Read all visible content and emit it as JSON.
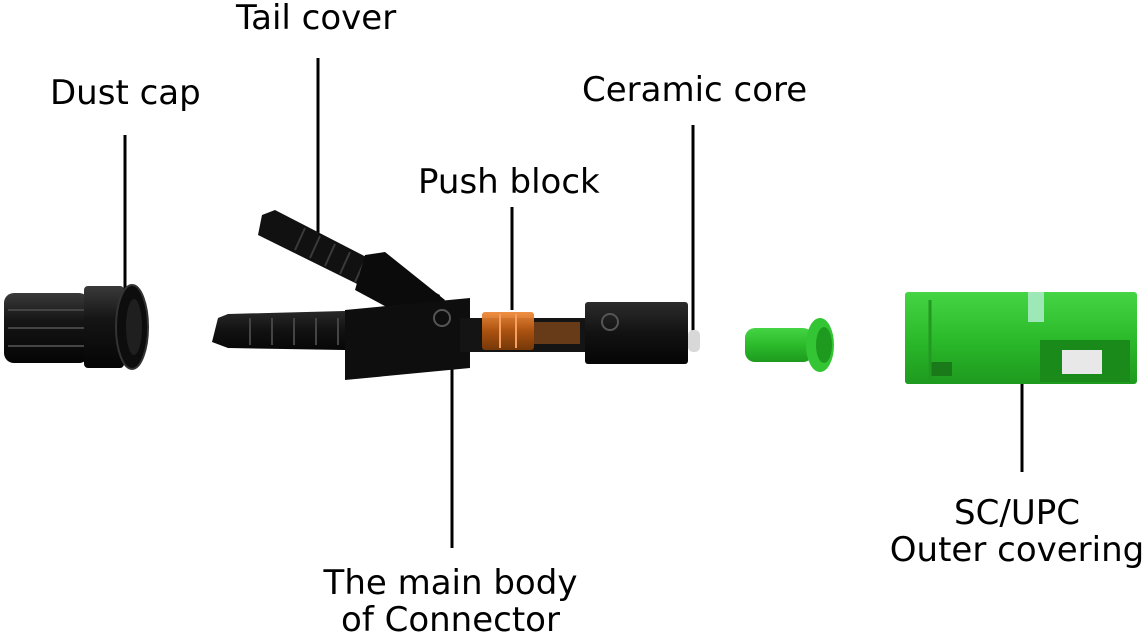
{
  "labels": {
    "dust_cap": "Dust cap",
    "tail_cover": "Tail cover",
    "ceramic_core": "Ceramic core",
    "push_block": "Push block",
    "main_body_line1": "The main body",
    "main_body_line2": "of Connector",
    "outer_covering_line1": "SC/UPC",
    "outer_covering_line2": "Outer covering"
  },
  "colors": {
    "background": "#ffffff",
    "connector_body": "#151515",
    "push_block": "#c8641a",
    "outer_covering": "#2fc22f",
    "ceramic_core": "#d8d8d8",
    "leader_lines": "#000000"
  }
}
